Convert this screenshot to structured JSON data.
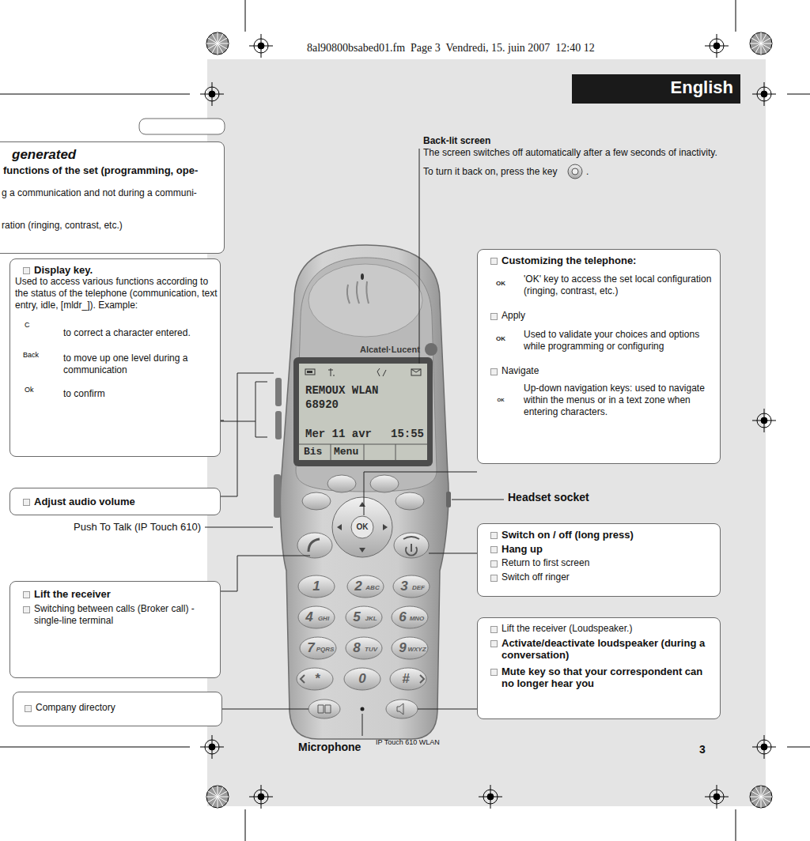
{
  "diagram": {
    "nodes": [
      {
        "text": [
          "generated",
          "functions of the set (programming, ope-",
          "g a communication and not during a communi-",
          "ration (ringing, contrast, etc.)"
        ]
      },
      {
        "text": [
          "English"
        ]
      },
      {
        "text": [
          "Display key.",
          "Used to access various functions according to the status of the telephone (communication, text entry, idle, [mldr_]). Example:",
          "to correct a character entered.",
          "to move up one level during a communication",
          "to confirm"
        ]
      },
      {
        "text": [
          "Adjust audio volume"
        ]
      },
      {
        "text": [
          "Lift the receiver",
          "Switching between calls (Broker call) - single-line terminal"
        ]
      },
      {
        "text": [
          "Company directory"
        ]
      },
      {
        "text": [
          "Customizing the telephone:",
          "'OK' key to access the set local configuration (ringing, contrast, etc.)",
          "Apply",
          "Used to validate your choices and options while programming or configuring",
          "Navigate",
          "Up-down navigation keys: used to navigate within the menus or in a text zone when entering characters."
        ]
      },
      {
        "text": [
          "Switch on / off (long press)",
          "Hang up",
          "Return to first screen",
          "Switch off ringer"
        ]
      },
      {
        "text": [
          "Lift the receiver (Loudspeaker.)",
          "Activate/deactivate loudspeaker (during a conversation)",
          "Mute key so that your correspondent can no longer hear you"
        ]
      }
    ],
    "labels": [
      "8al90800bsabed01.fm  Page 3  Vendredi, 15. juin 2007  12:40 12",
      "Back-lit screen",
      "The screen switches off automatically after a few seconds of inactivity.",
      "To turn it back on, press the key",
      ".",
      "Alcatel·Lucent",
      "REMOUX WLAN",
      "68920",
      "Mer 11 avr",
      "15:55",
      "Bis",
      "Menu",
      "OK",
      "1",
      "2",
      "ABC",
      "3",
      "DEF",
      "4",
      "GHI",
      "5",
      "JKL",
      "6",
      "MNO",
      "7",
      "PQRS",
      "8",
      "TUV",
      "9",
      "WXYZ",
      "*",
      "0",
      "#",
      "C",
      "Back",
      "Ok",
      "OK",
      "OK",
      "OK",
      "Headset socket",
      "Push To Talk (IP Touch 610)",
      "Microphone",
      "IP Touch 610 WLAN",
      "3"
    ]
  }
}
